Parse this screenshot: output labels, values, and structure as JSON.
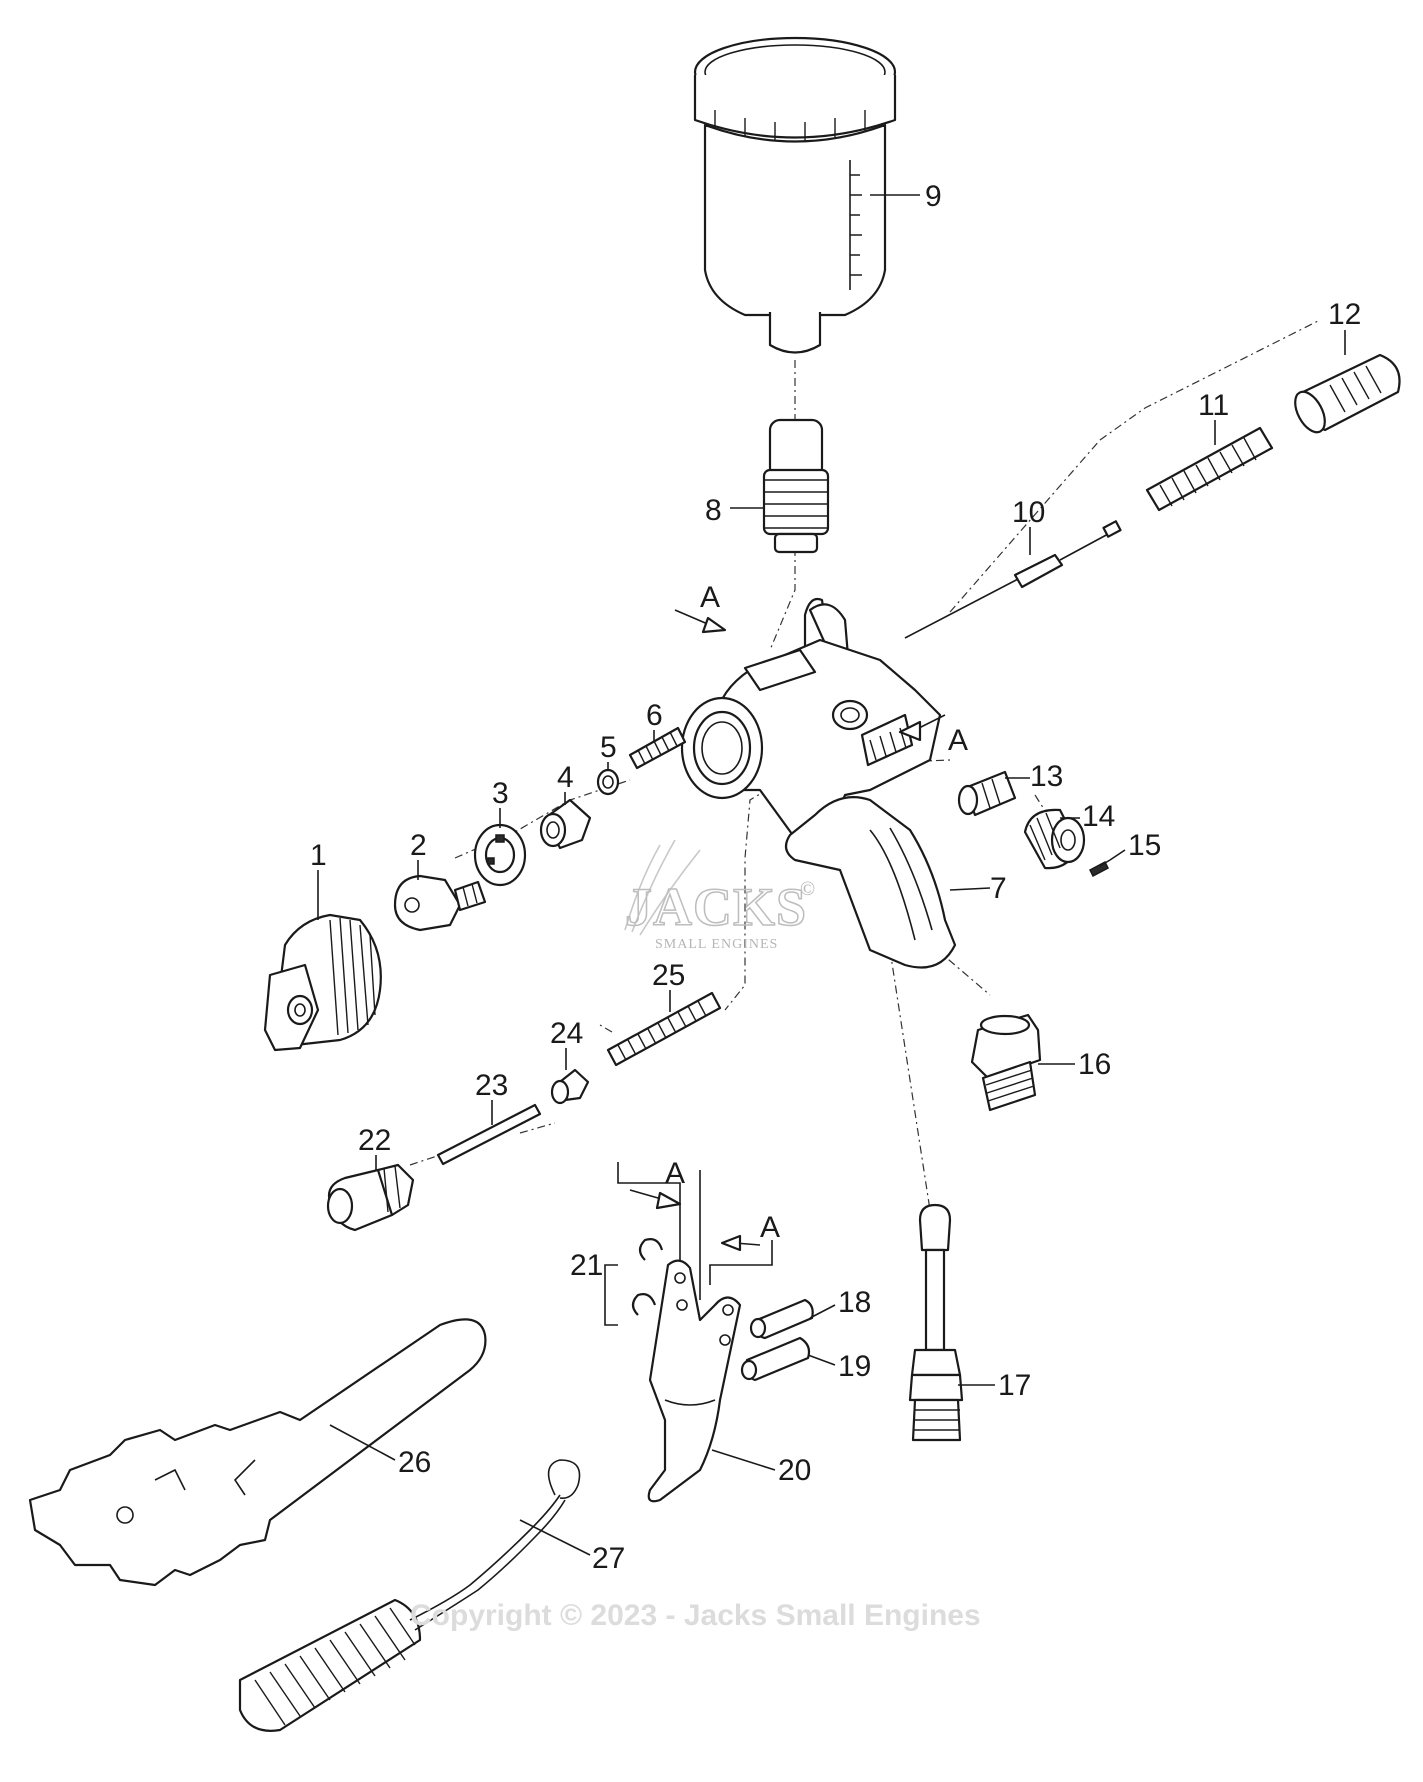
{
  "diagram": {
    "labels": {
      "n1": "1",
      "n2": "2",
      "n3": "3",
      "n4": "4",
      "n5": "5",
      "n6": "6",
      "n7": "7",
      "n8": "8",
      "n9": "9",
      "n10": "10",
      "n11": "11",
      "n12": "12",
      "n13": "13",
      "n14": "14",
      "n15": "15",
      "n16": "16",
      "n17": "17",
      "n18": "18",
      "n19": "19",
      "n20": "20",
      "n21": "21",
      "n22": "22",
      "n23": "23",
      "n24": "24",
      "n25": "25",
      "n26": "26",
      "n27": "27"
    },
    "view_marker": "A"
  },
  "watermark": {
    "logo_text": "JACKS",
    "logo_sub": "SMALL ENGINES",
    "copyright_symbol": "©",
    "copyright": "Copyright © 2023 - Jacks Small Engines"
  }
}
